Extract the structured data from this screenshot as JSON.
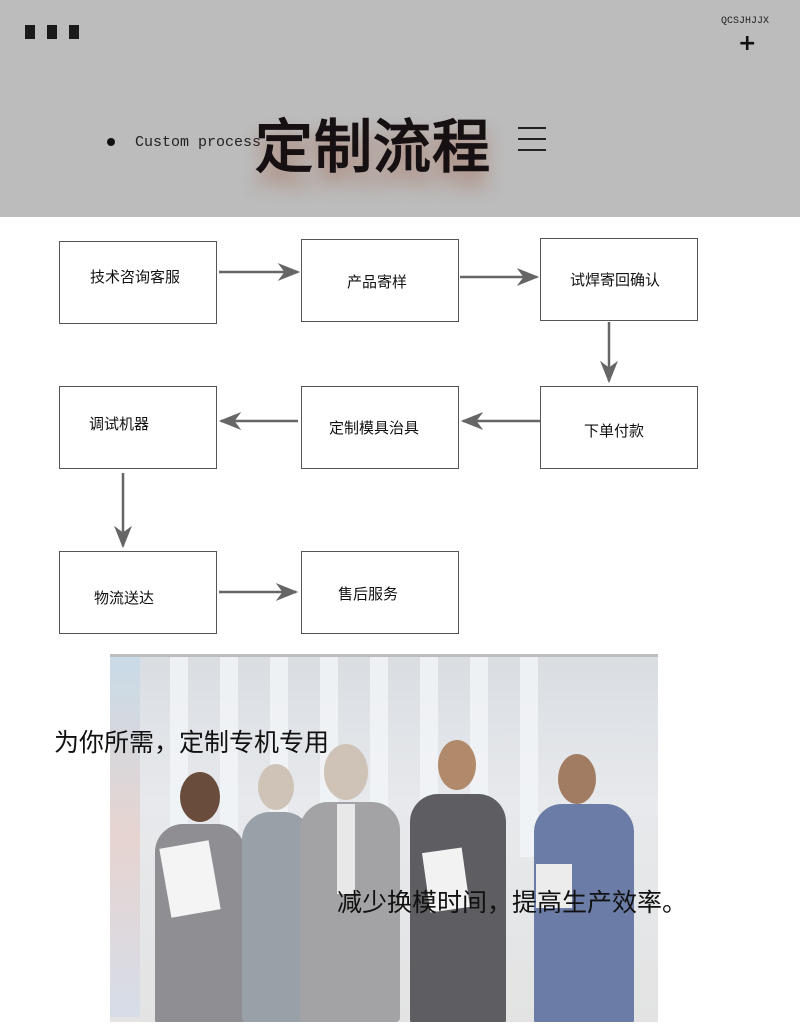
{
  "header": {
    "brand": "QCSJHJJX",
    "subtitle": "Custom process",
    "title": "定制流程"
  },
  "flow": {
    "steps": [
      {
        "id": "s1",
        "label": "技术咨询客服"
      },
      {
        "id": "s2",
        "label": "产品寄样"
      },
      {
        "id": "s3",
        "label": "试焊寄回确认"
      },
      {
        "id": "s4",
        "label": "下单付款"
      },
      {
        "id": "s5",
        "label": "定制模具治具"
      },
      {
        "id": "s6",
        "label": "调试机器"
      },
      {
        "id": "s7",
        "label": "物流送达"
      },
      {
        "id": "s8",
        "label": "售后服务"
      }
    ],
    "edges": [
      [
        "s1",
        "s2"
      ],
      [
        "s2",
        "s3"
      ],
      [
        "s3",
        "s4"
      ],
      [
        "s4",
        "s5"
      ],
      [
        "s5",
        "s6"
      ],
      [
        "s6",
        "s7"
      ],
      [
        "s7",
        "s8"
      ]
    ],
    "arrow_color": "#666666"
  },
  "banner": {
    "line1": "为你所需，定制专机专用",
    "line2": "减少换模时间，提高生产效率。"
  }
}
